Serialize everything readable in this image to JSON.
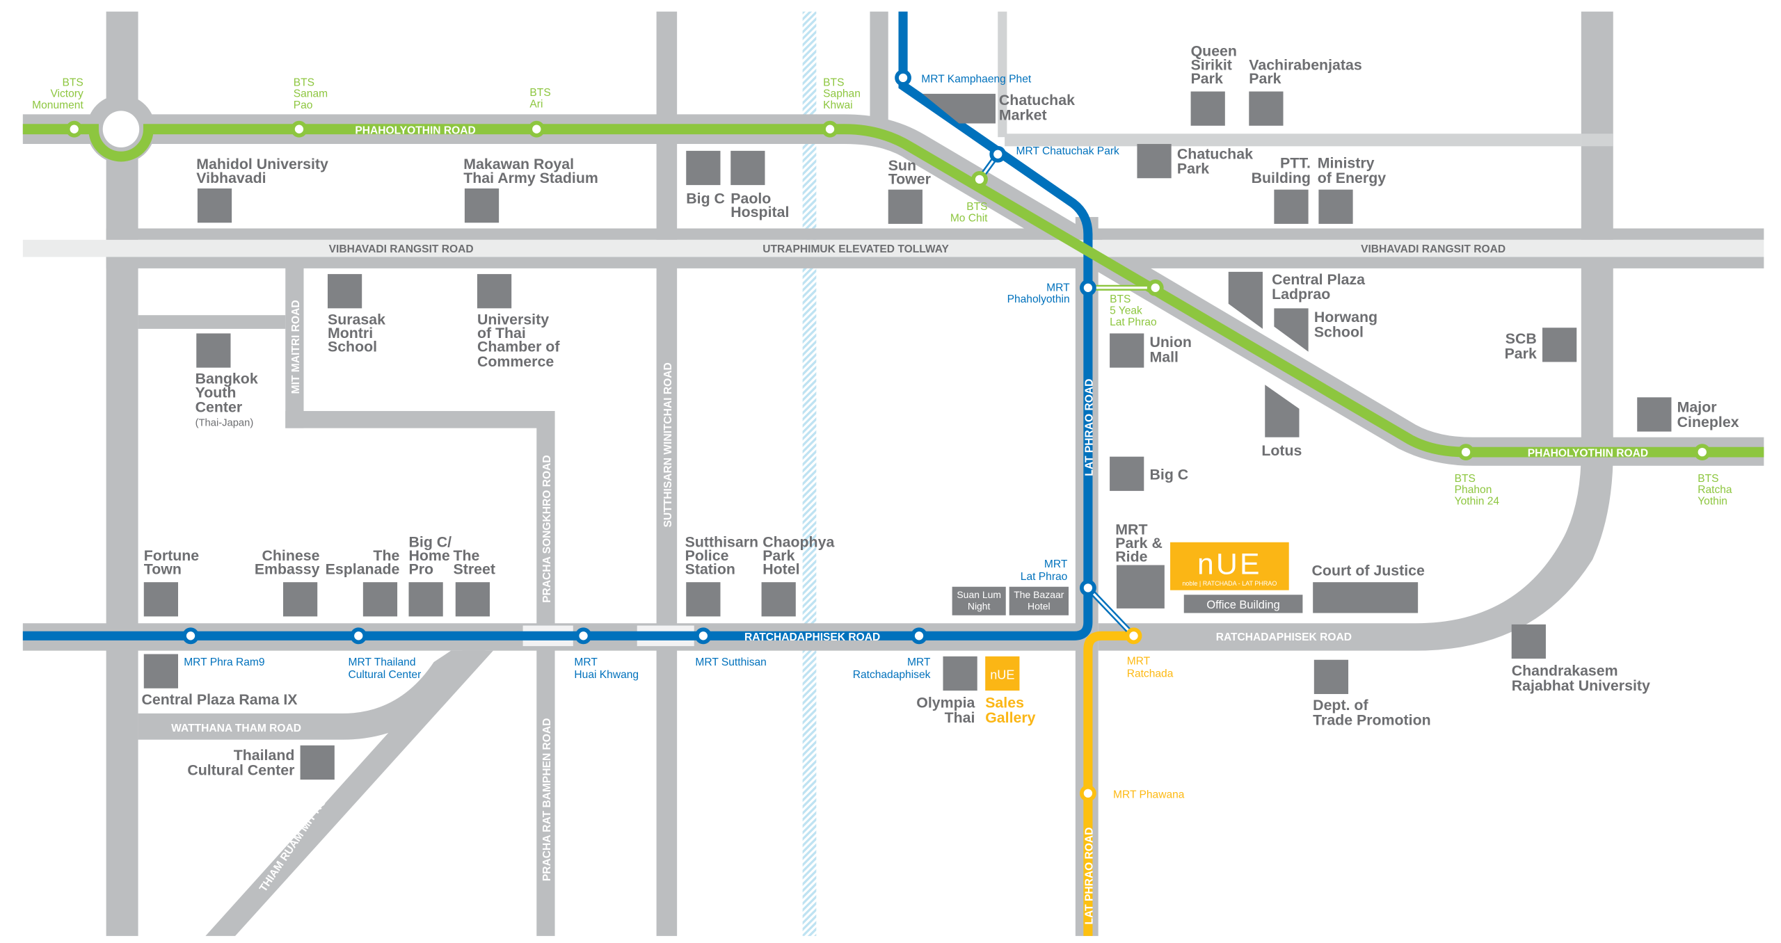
{
  "colors": {
    "bts": "#8dc63f",
    "mrt_blue": "#0071bc",
    "mrt_yellow": "#fdc010",
    "road": "#bcbec0",
    "building": "#808285",
    "nue": "#fbb615"
  },
  "roads": {
    "phaholyothin_top": "PHAHOLYOTHIN ROAD",
    "phaholyothin_right": "PHAHOLYOTHIN ROAD",
    "vibhavadi_left": "VIBHAVADI RANGSIT ROAD",
    "tollway": "UTRAPHIMUK ELEVATED TOLLWAY",
    "vibhavadi_right": "VIBHAVADI RANGSIT ROAD",
    "mit_maitri": "MIT MAITRI ROAD",
    "pracha_songkhro": "PRACHA SONGKHRO ROAD",
    "sutthisarn": "SUTTHISARN WINITCHAI ROAD",
    "lat_phrao_north": "LAT PHRAO ROAD",
    "lat_phrao_south": "LAT PHRAO ROAD",
    "ratchada_left": "RATCHADAPHISEK ROAD",
    "ratchada_right": "RATCHADAPHISEK ROAD",
    "watthana": "WATTHANA THAM ROAD",
    "thiam": "THIAM RUAM MIT ROAD",
    "pracha_rat": "PRACHA RAT BAMPHEN ROAD"
  },
  "bts": {
    "victory": [
      "BTS",
      "Victory",
      "Monument"
    ],
    "sanam_pao": [
      "BTS",
      "Sanam",
      "Pao"
    ],
    "ari": [
      "BTS",
      "Ari"
    ],
    "saphan_khwai": [
      "BTS",
      "Saphan",
      "Khwai"
    ],
    "mo_chit": [
      "BTS",
      "Mo Chit"
    ],
    "five_yeak": [
      "BTS",
      "5 Yeak",
      "Lat Phrao"
    ],
    "phahon_24": [
      "BTS",
      "Phahon",
      "Yothin 24"
    ],
    "ratcha_yothin": [
      "BTS",
      "Ratcha",
      "Yothin"
    ]
  },
  "mrt": {
    "kamphaeng_phet": [
      "MRT Kamphaeng Phet"
    ],
    "chatuchak_park": [
      "MRT Chatuchak Park"
    ],
    "phaholyothin": [
      "MRT",
      "Phaholyothin"
    ],
    "lat_phrao": [
      "MRT",
      "Lat Phrao"
    ],
    "ratchadaphisek": [
      "MRT",
      "Ratchadaphisek"
    ],
    "sutthisan": [
      "MRT Sutthisan"
    ],
    "huai_khwang": [
      "MRT",
      "Huai Khwang"
    ],
    "thailand_cc": [
      "MRT Thailand",
      "Cultural Center"
    ],
    "phra_ram9": [
      "MRT Phra Ram9"
    ],
    "ratchada": [
      "MRT",
      "Ratchada"
    ],
    "phawana": [
      "MRT Phawana"
    ]
  },
  "places": {
    "mahidol": [
      "Mahidol University",
      "Vibhavadi"
    ],
    "makawan": [
      "Makawan Royal",
      "Thai Army Stadium"
    ],
    "big_c_north": [
      "Big C"
    ],
    "paolo": [
      "Paolo",
      "Hospital"
    ],
    "chatuchak_market": [
      "Chatuchak",
      "Market"
    ],
    "sun_tower": [
      "Sun",
      "Tower"
    ],
    "queen_sirikit": [
      "Queen",
      "Sirikit",
      "Park"
    ],
    "vachira": [
      "Vachirabenjatas",
      "Park"
    ],
    "chatuchak_park": [
      "Chatuchak",
      "Park"
    ],
    "ptt": [
      "PTT.",
      "Building"
    ],
    "ministry": [
      "Ministry",
      "of Energy"
    ],
    "surasak": [
      "Surasak",
      "Montri",
      "School"
    ],
    "utcc": [
      "University",
      "of Thai",
      "Chamber of",
      "Commerce"
    ],
    "youth_center": [
      "Bangkok",
      "Youth",
      "Center",
      "(Thai-Japan)"
    ],
    "central_ladprao": [
      "Central Plaza",
      "Ladprao"
    ],
    "horwang": [
      "Horwang",
      "School"
    ],
    "union_mall": [
      "Union",
      "Mall"
    ],
    "lotus": [
      "Lotus"
    ],
    "scb": [
      "SCB",
      "Park"
    ],
    "major": [
      "Major",
      "Cineplex"
    ],
    "big_c_latphrao": [
      "Big C"
    ],
    "park_ride": [
      "MRT",
      "Park &",
      "Ride"
    ],
    "court": [
      "Court of Justice"
    ],
    "office": [
      "Office Building"
    ],
    "suan_lum": [
      "Suan Lum",
      "Night"
    ],
    "bazaar": [
      "The Bazaar",
      "Hotel"
    ],
    "chandrakasem": [
      "Chandrakasem",
      "Rajabhat University"
    ],
    "trade": [
      "Dept. of",
      "Trade Promotion"
    ],
    "olympia": [
      "Olympia",
      "Thai"
    ],
    "sales": [
      "Sales",
      "Gallery"
    ],
    "fortune": [
      "Fortune",
      "Town"
    ],
    "chinese_embassy": [
      "Chinese",
      "Embassy"
    ],
    "esplanade": [
      "The",
      "Esplanade"
    ],
    "home_pro": [
      "Big C/",
      "Home",
      "Pro"
    ],
    "the_street": [
      "The",
      "Street"
    ],
    "police": [
      "Sutthisarn",
      "Police",
      "Station"
    ],
    "chaophya": [
      "Chaophya",
      "Park",
      "Hotel"
    ],
    "rama9": [
      "Central Plaza Rama IX"
    ],
    "cultural_center": [
      "Thailand",
      "Cultural Center"
    ]
  },
  "project": {
    "logo": "nUE",
    "tagline": "noble | RATCHADA - LAT PHRAO",
    "small_logo": "nUE"
  }
}
